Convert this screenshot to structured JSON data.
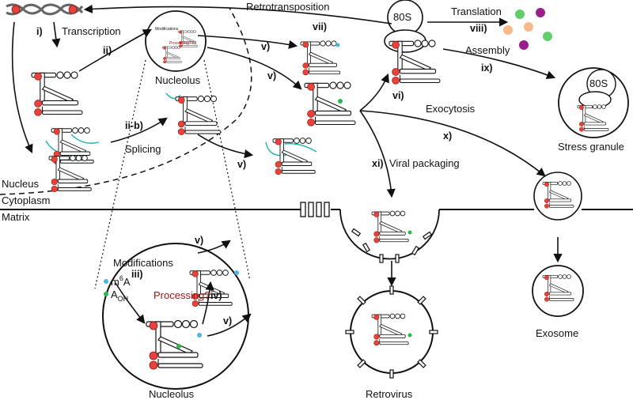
{
  "labels": {
    "retrotransposition": "Retrotransposition",
    "translation": "Translation",
    "assembly": "Assembly",
    "transcription": "Transcription",
    "nucleolus_top": "Nucleolus",
    "nucleolus_bottom": "Nucleolus",
    "splicing": "Splicing",
    "exocytosis": "Exocytosis",
    "viral_packaging": "Viral packaging",
    "stress_granule": "Stress granule",
    "ribosome_a": "80S",
    "ribosome_b": "80S",
    "nucleus": "Nucleus",
    "cytoplasm": "Cytoplasm",
    "matrix": "Matrix",
    "modifications": "Modifications",
    "m6a_base": "m",
    "m6a_sup": "6",
    "m6a_tail": "A",
    "aoh_base": "A",
    "aoh_sub": "OH",
    "processing": "Processing?",
    "retrovirus": "Retrovirus",
    "exosome": "Exosome"
  },
  "steps": {
    "i": "i)",
    "ii": "ii)",
    "iib": "ii-b)",
    "iii": "iii)",
    "iv": "iv)",
    "v": "v)",
    "vi": "vi)",
    "vii": "vii)",
    "viii": "viii)",
    "ix": "ix)",
    "x": "x)",
    "xi": "xi)"
  },
  "colors": {
    "processing_text": "#a31515",
    "m6a_dot": "#4fb3e8",
    "aoh_dot": "#2db84a",
    "membrane_teal": "#1fb3b3",
    "protein_colors": [
      "#5fcf6a",
      "#9b1f8a",
      "#f7b98a"
    ]
  }
}
